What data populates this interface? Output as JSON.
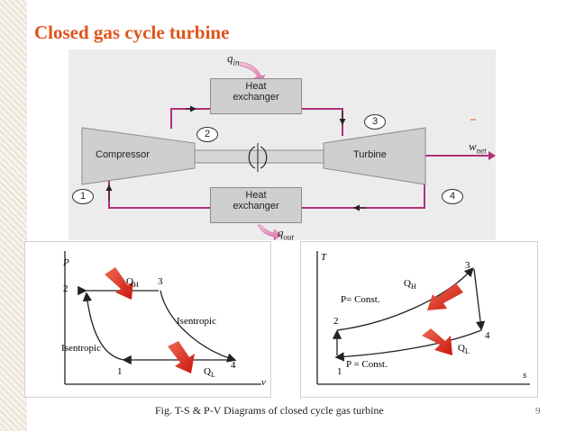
{
  "slide": {
    "title": "Closed gas cycle turbine",
    "caption": "Fig. T-S & P-V Diagrams of closed cycle gas turbine",
    "page_number": "9"
  },
  "schematic": {
    "heat_exchanger_top": {
      "line1": "Heat",
      "line2": "exchanger"
    },
    "heat_exchanger_bottom": {
      "line1": "Heat",
      "line2": "exchanger"
    },
    "compressor_label": "Compressor",
    "turbine_label": "Turbine",
    "q_in": {
      "base": "q",
      "sub": "in"
    },
    "q_out": {
      "base": "q",
      "sub": "out"
    },
    "w_net": {
      "base": "w",
      "sub": "net"
    },
    "states": [
      "1",
      "2",
      "3",
      "4"
    ]
  },
  "pv_diagram": {
    "y_axis": "P",
    "x_axis": "v",
    "points": [
      "1",
      "2",
      "3",
      "4"
    ],
    "heat_in": {
      "base": "Q",
      "sub": "H"
    },
    "heat_out": {
      "base": "Q",
      "sub": "L"
    },
    "process_upper": "Isentropic",
    "process_lower": "Isentropic"
  },
  "ts_diagram": {
    "y_axis": "T",
    "x_axis": "s",
    "points": [
      "1",
      "2",
      "3",
      "4"
    ],
    "heat_in": {
      "base": "Q",
      "sub": "H"
    },
    "heat_out": {
      "base": "Q",
      "sub": "L"
    },
    "isobar_upper": "P= Const.",
    "isobar_lower": "P = Const."
  },
  "colors": {
    "title": "#e0531c",
    "flow_line": "#b0307a",
    "heat_arrow": "#d8201a"
  }
}
